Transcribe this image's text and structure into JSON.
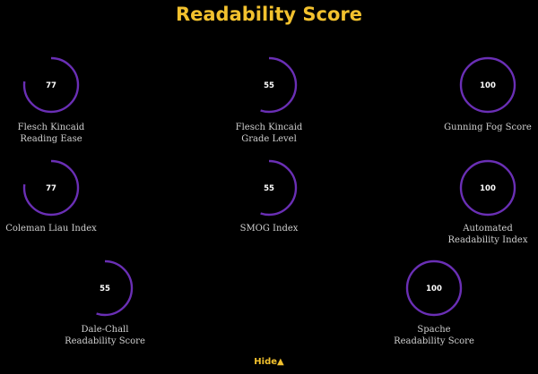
{
  "title": "Readability Score",
  "colors": {
    "accent": "#f2c12e",
    "ring": "#6a2fb5",
    "text": "#cfcfcf",
    "value": "#ffffff"
  },
  "metrics": [
    {
      "label": "Flesch Kincaid\nReading Ease",
      "value": "77",
      "percent": 77
    },
    {
      "label": "Flesch Kincaid\nGrade Level",
      "value": "55",
      "percent": 55
    },
    {
      "label": "Gunning Fog Score",
      "value": "100",
      "percent": 100
    },
    {
      "label": "Coleman Liau Index",
      "value": "77",
      "percent": 77
    },
    {
      "label": "SMOG Index",
      "value": "55",
      "percent": 55
    },
    {
      "label": "Automated\nReadability Index",
      "value": "100",
      "percent": 100
    },
    {
      "label": "Dale-Chall\nReadability Score",
      "value": "55",
      "percent": 55
    },
    {
      "label": "Spache\nReadability Score",
      "value": "100",
      "percent": 100
    }
  ],
  "toggle": {
    "label": "Hide",
    "icon": "triangle-up-icon",
    "glyph": "▲"
  }
}
